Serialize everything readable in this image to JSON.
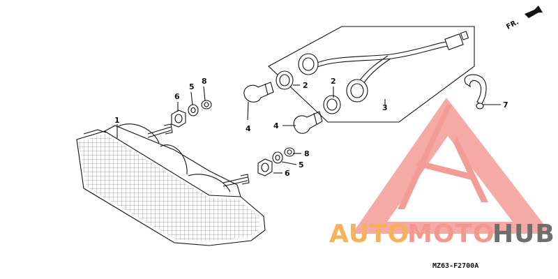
{
  "diagram": {
    "direction_label": "FR.",
    "drawing_code": "MZ63-F2700A",
    "callouts": [
      {
        "id": "c1",
        "text": "1"
      },
      {
        "id": "c2a",
        "text": "2"
      },
      {
        "id": "c2b",
        "text": "2"
      },
      {
        "id": "c3",
        "text": "3"
      },
      {
        "id": "c4a",
        "text": "4"
      },
      {
        "id": "c4b",
        "text": "4"
      },
      {
        "id": "c5a",
        "text": "5"
      },
      {
        "id": "c5b",
        "text": "5"
      },
      {
        "id": "c6a",
        "text": "6"
      },
      {
        "id": "c6b",
        "text": "6"
      },
      {
        "id": "c7",
        "text": "7"
      },
      {
        "id": "c8a",
        "text": "8"
      },
      {
        "id": "c8b",
        "text": "8"
      }
    ]
  },
  "watermark": {
    "part1": "AUTO",
    "part2": "MOTO",
    "part3": "HUB",
    "colors": {
      "auto": "#f6b15a",
      "moto": "#f4978f",
      "hub": "#6e6e6e",
      "logo": "#f28a85"
    }
  }
}
